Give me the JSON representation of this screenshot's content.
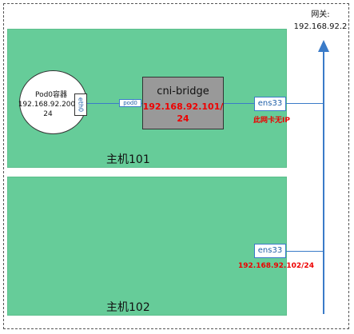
{
  "gateway": {
    "title": "网关:",
    "ip": "192.168.92.2"
  },
  "host1": {
    "label": "主机101",
    "pod": {
      "title": "Pod0容器",
      "ip_line1": "192.168.92.200/",
      "ip_line2": "24",
      "eth0": "eth0"
    },
    "veth": "pod0",
    "bridge": {
      "name": "cni-bridge",
      "ip_line1": "192.168.92.101/",
      "ip_line2": "24"
    },
    "nic": {
      "name": "ens33",
      "note": "此网卡无IP"
    }
  },
  "host2": {
    "label": "主机102",
    "nic": {
      "name": "ens33",
      "ip": "192.168.92.102/24"
    }
  },
  "colors": {
    "host_bg": "#66cc99",
    "bridge_bg": "#999999",
    "link_blue": "#3a7bc8",
    "ip_red": "#ee0000"
  }
}
